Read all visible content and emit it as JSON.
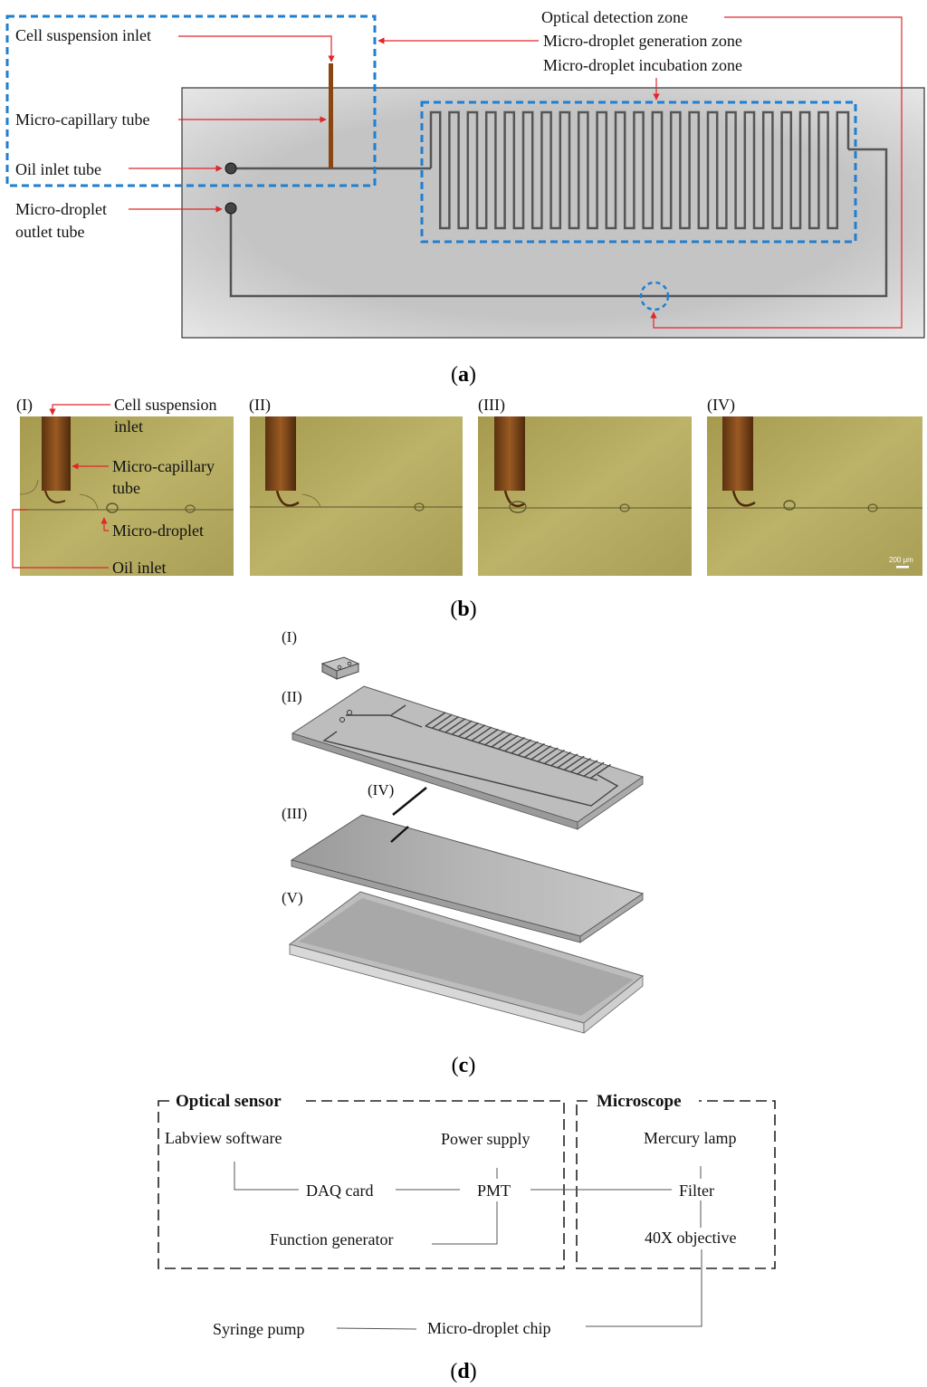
{
  "panel_a": {
    "labels": {
      "cell_suspension_inlet": "Cell suspension inlet",
      "micro_capillary_tube": "Micro-capillary tube",
      "oil_inlet_tube": "Oil  inlet tube",
      "micro_droplet_line1": "Micro-droplet",
      "micro_droplet_line2": "outlet tube",
      "optical_detection_zone": "Optical detection zone",
      "generation_zone": "Micro-droplet generation zone",
      "incubation_zone": "Micro-droplet incubation zone"
    },
    "caption": "a",
    "colors": {
      "zone_box": "#1f7fd1",
      "arrow": "#e0262b",
      "capillary": "#8b4513",
      "chip": "#c6c6c6"
    }
  },
  "panel_b": {
    "frames": [
      "(I)",
      "(II)",
      "(III)",
      "(IV)"
    ],
    "labels": {
      "cell_line1": "Cell suspension",
      "cell_line2": "inlet",
      "cap_line1": "Micro-capillary",
      "cap_line2": "tube",
      "droplet": "Micro-droplet",
      "oil_inlet": "Oil inlet"
    },
    "scale_bar": "200 μm",
    "caption": "b",
    "colors": {
      "image": "#b3a95e"
    }
  },
  "panel_c": {
    "layers": [
      "(I)",
      "(II)",
      "(III)",
      "(IV)",
      "(V)"
    ],
    "caption": "c"
  },
  "panel_d": {
    "groups": {
      "optical_sensor": "Optical sensor",
      "microscope": "Microscope"
    },
    "nodes": {
      "labview": "Labview software",
      "power_supply": "Power supply",
      "daq_card": "DAQ card",
      "pmt": "PMT",
      "function_generator": "Function generator",
      "mercury_lamp": "Mercury lamp",
      "filter": "Filter",
      "objective": "40X objective",
      "syringe_pump": "Syringe pump",
      "chip": "Micro-droplet chip"
    },
    "caption": "d"
  }
}
